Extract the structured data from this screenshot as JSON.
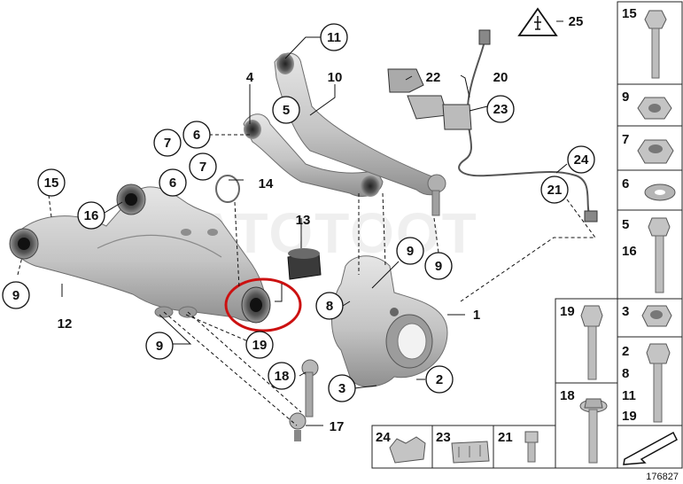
{
  "watermark": "ATOTOOT",
  "doc_number": "176827",
  "callouts": {
    "c1": "1",
    "c2": "2",
    "c3": "3",
    "c4": "4",
    "c5": "5",
    "c6a": "6",
    "c7a": "7",
    "c6b": "6",
    "c7b": "7",
    "c8": "8",
    "c9a": "9",
    "c9b": "9",
    "c9c": "9",
    "c9d": "9",
    "c10": "10",
    "c11": "11",
    "c12": "12",
    "c13": "13",
    "c14": "14",
    "c15": "15",
    "c16": "16",
    "c17": "17",
    "c18": "18",
    "c19": "19",
    "c20": "20",
    "c21": "21",
    "c22": "22",
    "c23": "23",
    "c24": "24",
    "c25": "25"
  },
  "panels": {
    "p15": "15",
    "p9": "9",
    "p7": "7",
    "p6": "6",
    "p5": "5",
    "p16": "16",
    "p3": "3",
    "p19": "19",
    "p2": "2",
    "p8": "8",
    "p11": "11",
    "p19b": "19",
    "p18": "18",
    "b24": "24",
    "b23": "23",
    "b21": "21"
  },
  "colors": {
    "part_fill": "#c8c8c8",
    "part_dark": "#8e8e8e",
    "highlight_ring": "#cc1111",
    "line": "#111111"
  }
}
